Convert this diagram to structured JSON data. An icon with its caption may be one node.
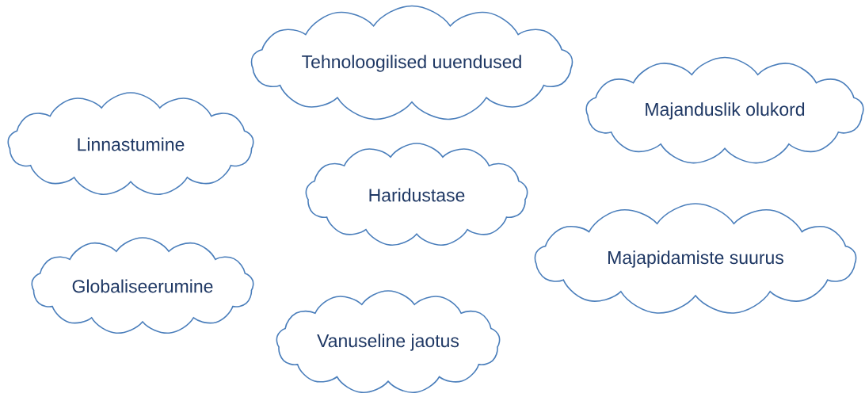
{
  "diagram": {
    "nodes": [
      {
        "text": [
          "Tehnoloogilised uuendused"
        ]
      },
      {
        "text": [
          "Majanduslik olukord"
        ]
      },
      {
        "text": [
          "Linnastumine"
        ]
      },
      {
        "text": [
          "Haridustase"
        ]
      },
      {
        "text": [
          "Majapidamiste suurus"
        ]
      },
      {
        "text": [
          "Globaliseerumine"
        ]
      },
      {
        "text": [
          "Vanuseline jaotus"
        ]
      }
    ]
  }
}
